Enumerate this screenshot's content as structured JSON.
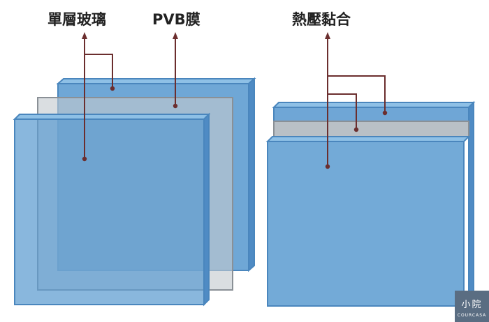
{
  "labels": {
    "single_glass": "單層玻璃",
    "pvb_film": "PVB膜",
    "heat_pressed": "熱壓黏合"
  },
  "logo": {
    "text": "小院",
    "sub": "COURCASA"
  },
  "colors": {
    "glass_blue": "#5b9bd0",
    "glass_edge": "#4a86bd",
    "pvb_gray": "#b9c0c6",
    "pointer": "#6b2e2e",
    "logo_bg": "#5a6d82"
  }
}
